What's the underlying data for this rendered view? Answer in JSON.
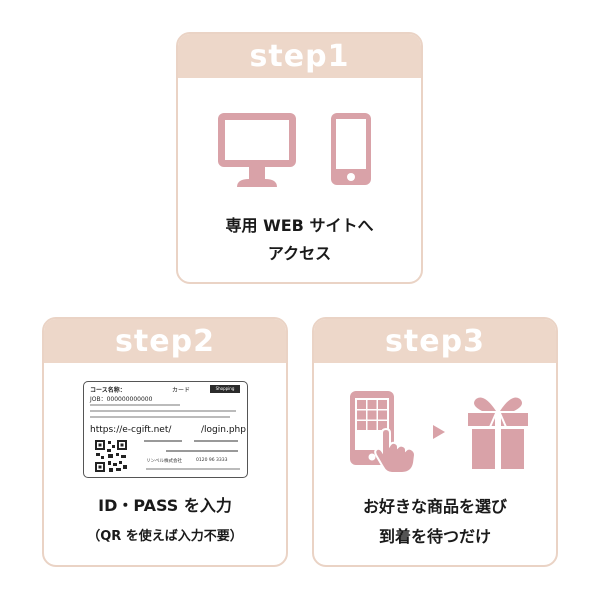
{
  "steps": {
    "step1": {
      "header": "step1",
      "caption_line1": "専用 WEB サイトへ",
      "caption_line2": "アクセス",
      "icons": [
        "desktop-monitor-icon",
        "smartphone-icon"
      ]
    },
    "step2": {
      "header": "step2",
      "caption_line1": "ID・PASS を入力",
      "caption_line2": "（QR を使えば入力不要）",
      "card": {
        "course_label": "コース名称：",
        "card_label": "カード",
        "logo_text": "Shopping",
        "job_code": "JOB：000000000000",
        "url_left": "https://e-cgift.net/",
        "url_right": "/login.php",
        "company": "リンベル株式会社",
        "phone": "0120 96 3333"
      }
    },
    "step3": {
      "header": "step3",
      "caption_line1": "お好きな商品を選び",
      "caption_line2": "到着を待つだけ",
      "icons": [
        "phone-tap-icon",
        "arrow-right-icon",
        "gift-box-icon"
      ]
    }
  },
  "colors": {
    "header_bg": "#edd7c9",
    "border": "#ead3c5",
    "icon_pink": "#d9a2a8",
    "text": "#1a1a1a"
  }
}
